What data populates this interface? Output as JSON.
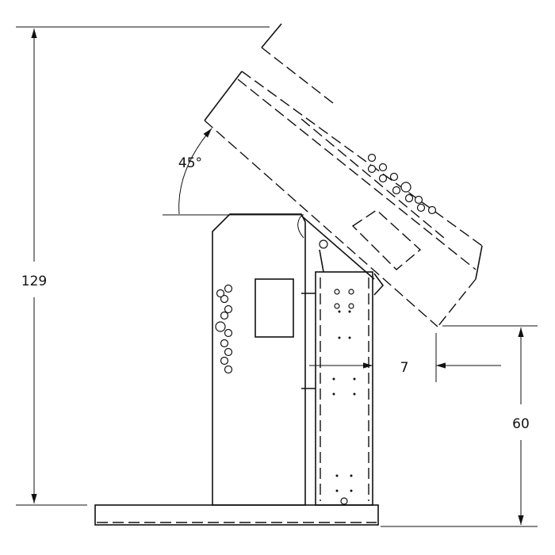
{
  "drawing": {
    "dimensions": {
      "overall_height": "129",
      "tilt_angle": "45°",
      "overhang": "7",
      "discharge_height": "60"
    },
    "colors": {
      "line": "#111111",
      "background": "#ffffff"
    }
  }
}
